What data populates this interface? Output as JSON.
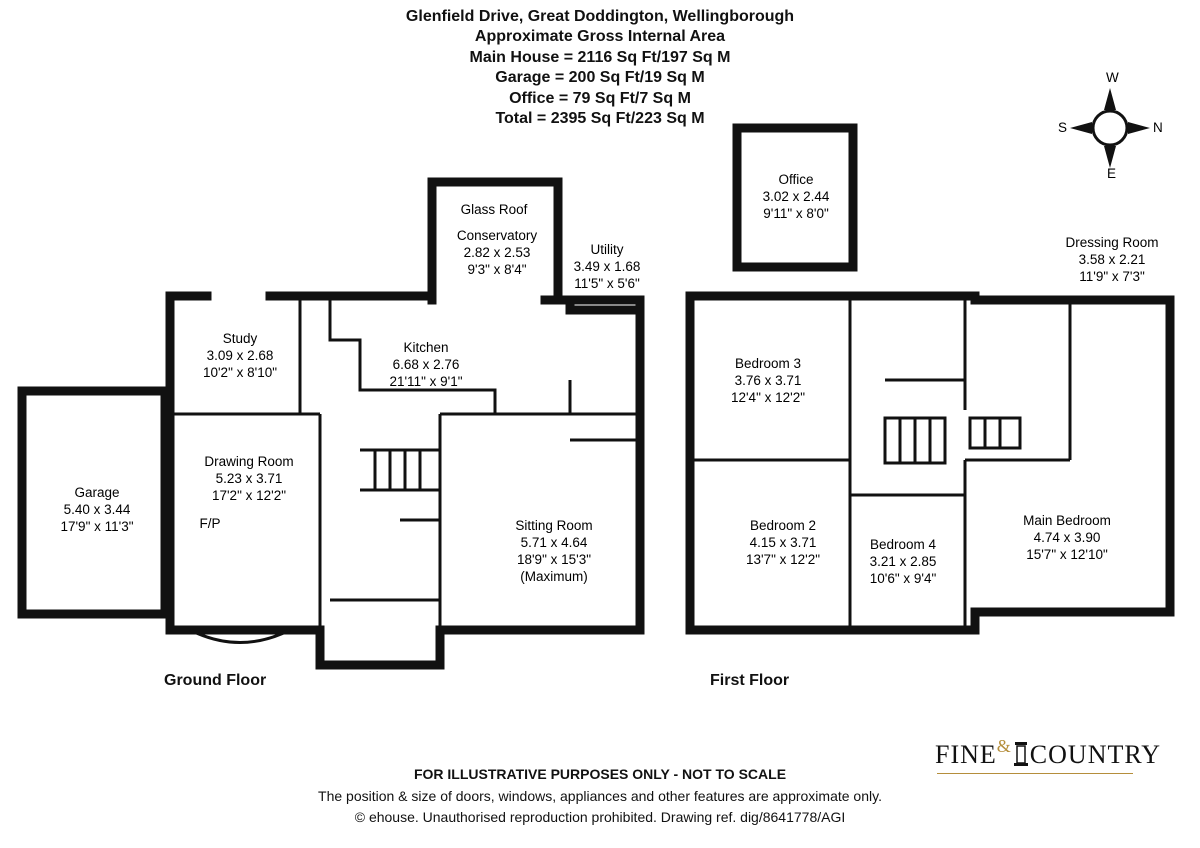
{
  "header": {
    "title": "Glenfield Drive, Great Doddington, Wellingborough",
    "line1": "Approximate Gross Internal Area",
    "line2": "Main House = 2116 Sq Ft/197 Sq M",
    "line3": "Garage = 200 Sq Ft/19 Sq M",
    "line4": "Office = 79 Sq Ft/7 Sq M",
    "line5": "Total = 2395 Sq Ft/223 Sq M"
  },
  "compass": {
    "n": "N",
    "s": "S",
    "e": "E",
    "w": "W"
  },
  "floors": {
    "ground": "Ground Floor",
    "first": "First Floor"
  },
  "rooms": {
    "garage": {
      "name": "Garage",
      "metric": "5.40 x 3.44",
      "imperial": "17'9\" x 11'3\""
    },
    "study": {
      "name": "Study",
      "metric": "3.09 x 2.68",
      "imperial": "10'2\" x 8'10\""
    },
    "drawing": {
      "name": "Drawing Room",
      "metric": "5.23 x 3.71",
      "imperial": "17'2\" x 12'2\"",
      "fp": "F/P"
    },
    "kitchen": {
      "name": "Kitchen",
      "metric": "6.68 x 2.76",
      "imperial": "21'11\" x 9'1\""
    },
    "conservatory": {
      "roof": "Glass Roof",
      "name": "Conservatory",
      "metric": "2.82 x 2.53",
      "imperial": "9'3\" x 8'4\""
    },
    "utility": {
      "name": "Utility",
      "metric": "3.49 x 1.68",
      "imperial": "11'5\" x 5'6\""
    },
    "sitting": {
      "name": "Sitting Room",
      "metric": "5.71 x 4.64",
      "imperial": "18'9\" x 15'3\"",
      "note": "(Maximum)"
    },
    "office": {
      "name": "Office",
      "metric": "3.02 x 2.44",
      "imperial": "9'11\" x 8'0\""
    },
    "bed3": {
      "name": "Bedroom 3",
      "metric": "3.76 x 3.71",
      "imperial": "12'4\" x 12'2\""
    },
    "bed2": {
      "name": "Bedroom 2",
      "metric": "4.15 x 3.71",
      "imperial": "13'7\" x 12'2\""
    },
    "bed4": {
      "name": "Bedroom 4",
      "metric": "3.21 x 2.85",
      "imperial": "10'6\" x 9'4\""
    },
    "main": {
      "name": "Main Bedroom",
      "metric": "4.74 x 3.90",
      "imperial": "15'7\" x 12'10\""
    },
    "dressing": {
      "name": "Dressing Room",
      "metric": "3.58 x 2.21",
      "imperial": "11'9\" x 7'3\""
    }
  },
  "footer": {
    "line1": "FOR ILLUSTRATIVE PURPOSES ONLY - NOT TO SCALE",
    "line2": "The position & size of doors, windows, appliances and other features are approximate only.",
    "line3": "© ehouse. Unauthorised reproduction prohibited. Drawing ref. dig/8641778/AGI"
  },
  "logo": {
    "word1": "FINE",
    "amp": "&",
    "word2": "COUNTRY"
  },
  "colors": {
    "wall": "#111111",
    "logo_gold": "#b58e3b"
  }
}
